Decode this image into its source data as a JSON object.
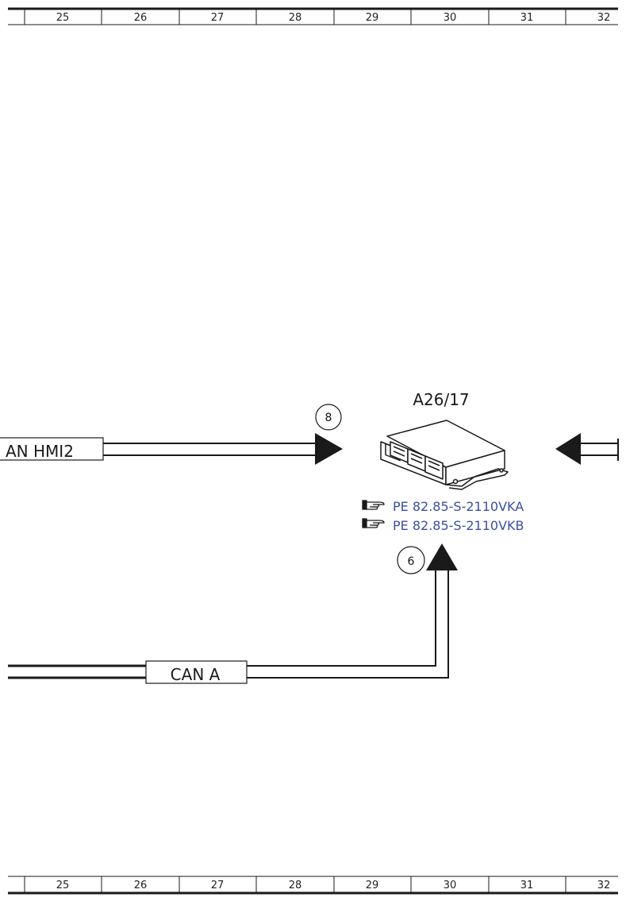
{
  "grid": {
    "columns": [
      "25",
      "26",
      "27",
      "28",
      "29",
      "30",
      "31",
      "32"
    ]
  },
  "component": {
    "id": "A26/17",
    "references": [
      {
        "text": "PE 82.85-S-2110VKA",
        "icon": "pointing-hand-icon"
      },
      {
        "text": "PE 82.85-S-2110VKB",
        "icon": "pointing-hand-icon"
      }
    ]
  },
  "buses": {
    "can_hmi2_label": "AN HMI2",
    "can_a_label": "CAN A"
  },
  "markers": {
    "m8": "8",
    "m6": "6"
  },
  "colors": {
    "reference_link": "#3a4fa0",
    "lines": "#1a1a1a"
  }
}
